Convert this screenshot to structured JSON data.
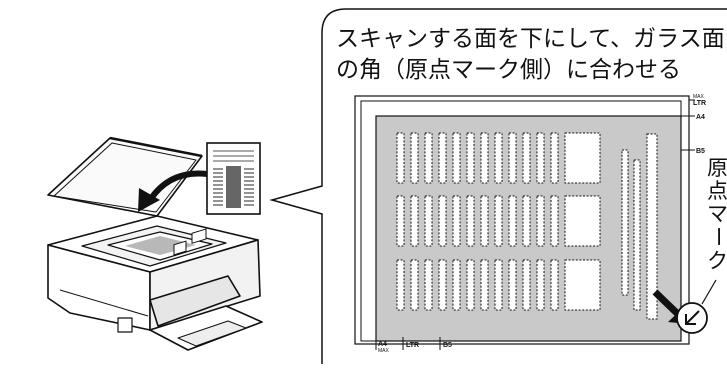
{
  "instruction": {
    "line1": "スキャンする面を下にして、ガラス面",
    "line2": "の角（原点マーク側）に合わせる"
  },
  "size_guides": {
    "right": [
      {
        "line1": "MAX",
        "line2": "LTR"
      },
      {
        "line1": "A4",
        "line2": ""
      },
      {
        "line1": "B5",
        "line2": ""
      }
    ],
    "bottom": [
      {
        "line1": "A4",
        "line2": "MAX"
      },
      {
        "line1": "LTR",
        "line2": ""
      },
      {
        "line1": "B5",
        "line2": ""
      }
    ]
  },
  "origin_mark_label": [
    "原",
    "点",
    "マ",
    "ー",
    "ク"
  ]
}
